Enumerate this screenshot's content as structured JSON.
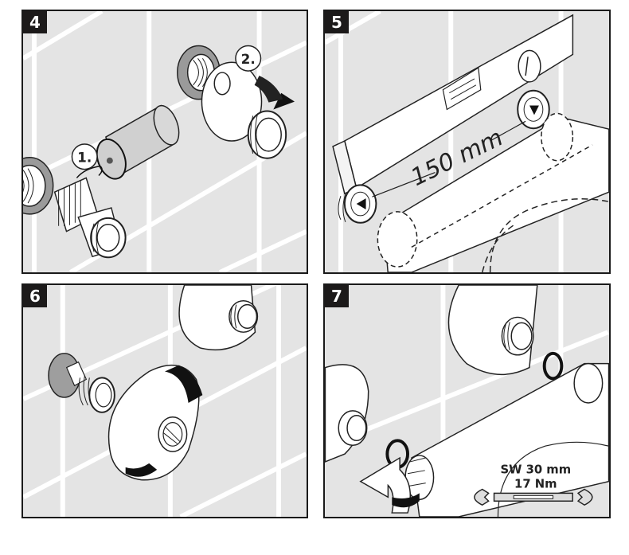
{
  "document": {
    "type": "installation-instructions",
    "panels": [
      {
        "step": "4",
        "callouts": [
          "1.",
          "2."
        ],
        "description": "Remove protective plug (1.) and screw on eccentric connectors (2.)"
      },
      {
        "step": "5",
        "measurement": "150 mm",
        "description": "Align eccentrics horizontally with spirit level at 150 mm spacing"
      },
      {
        "step": "6",
        "description": "Screw on cover rosettes"
      },
      {
        "step": "7",
        "wrench_size": "SW 30 mm",
        "torque": "17 Nm",
        "description": "Insert seals and tighten mixer nuts"
      }
    ]
  },
  "colors": {
    "tile": "#e4e4e4",
    "grout": "#ffffff",
    "ink": "#1a1a1a",
    "badge": "#1c1a1a"
  }
}
